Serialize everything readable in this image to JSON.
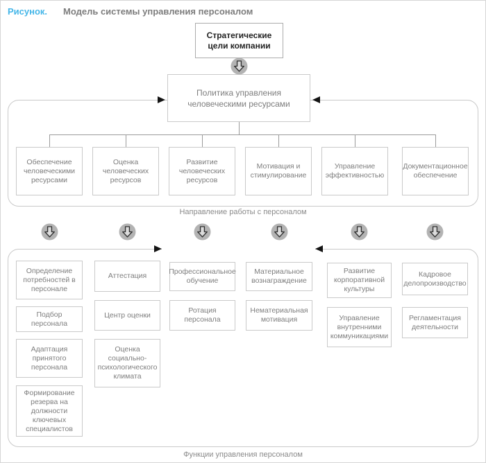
{
  "header": {
    "figure_label": "Рисунок.",
    "title": "Модель системы управления персоналом"
  },
  "top": {
    "strategic_goals": "Стратегические цели компании",
    "policy": "Политика управления человеческими ресурсами"
  },
  "directions": {
    "label": "Направление работы с персоналом",
    "items": [
      "Обеспечение человеческими ресурсами",
      "Оценка человеческих ресурсов",
      "Развитие человеческих ресурсов",
      "Мотивация и стимулирование",
      "Управление эффективностью",
      "Документационное обеспечение"
    ]
  },
  "functions": {
    "label": "Функции управления персоналом",
    "columns": [
      [
        "Определение потребностей в персонале",
        "Подбор персонала",
        "Адаптация принятого персонала",
        "Формирование резерва на должности ключевых специалистов"
      ],
      [
        "Аттестация",
        "Центр оценки",
        "Оценка социально-психологического климата"
      ],
      [
        "Профессиональное обучение",
        "Ротация персонала"
      ],
      [
        "Материальное вознаграждение",
        "Нематериальная мотивация"
      ],
      [
        "Развитие корпоративной культуры",
        "Управление внутренними коммуникациями"
      ],
      [
        "Кадровое делопроизводство",
        "Регламентация деятельности"
      ]
    ]
  },
  "icons": {
    "down_arrow": "block-arrow-down-in-gray-circle",
    "flow_arrowheads": "black-triangle-arrowheads"
  },
  "colors": {
    "accent_blue": "#45b6e8",
    "title_gray": "#7d7d7d",
    "box_border": "#c9c9c9",
    "box_text": "#7d7d7d",
    "strategic_text": "#222222",
    "circle_fill": "#b3b3b3",
    "arrow_glyph_fill": "#dcdcdc",
    "arrow_glyph_stroke": "#2f2f2f",
    "arrowhead_black": "#141414",
    "connector_gray": "#9a9a9a"
  }
}
